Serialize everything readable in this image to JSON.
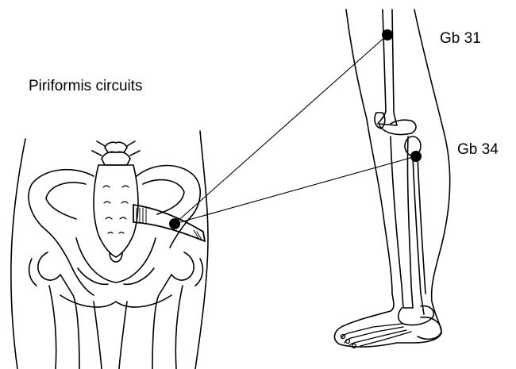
{
  "diagram": {
    "title": "Piriformis circuits",
    "points": [
      {
        "label": "Gb 31"
      },
      {
        "label": "Gb 34"
      }
    ],
    "ink_color": "#000000",
    "background": "#ffffff"
  }
}
